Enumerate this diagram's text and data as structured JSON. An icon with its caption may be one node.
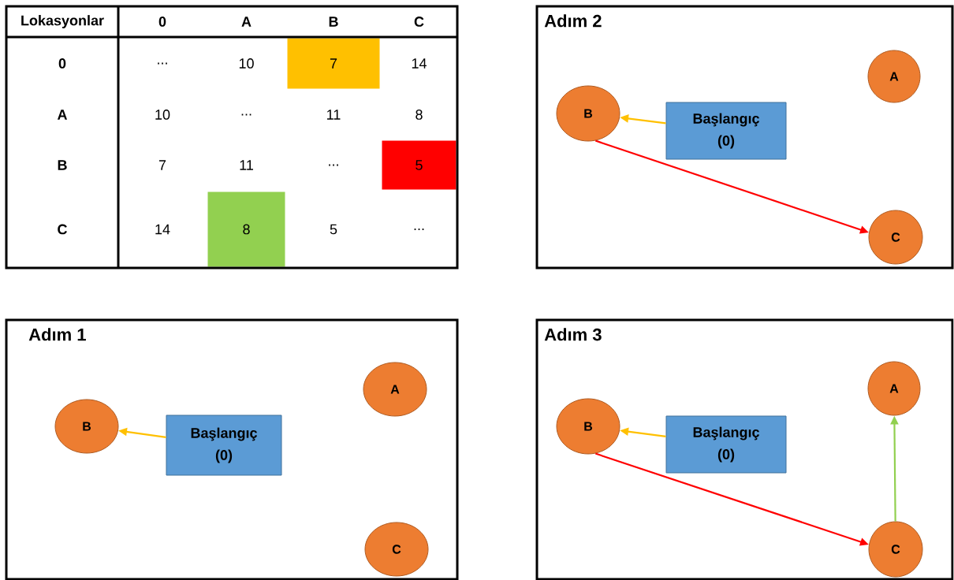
{
  "diagram": {
    "nodes": [
      {
        "text": [
          "Adım 2"
        ]
      },
      {
        "text": [
          "A"
        ],
        "in": 0
      },
      {
        "text": [
          "B"
        ],
        "in": 0
      },
      {
        "text": [
          "Başlangıç (0)"
        ],
        "in": 0
      },
      {
        "text": [
          "C"
        ],
        "in": 0
      },
      {
        "text": [
          "Adım 1"
        ]
      },
      {
        "text": [
          "A"
        ],
        "in": 5
      },
      {
        "text": [
          "B"
        ],
        "in": 5
      },
      {
        "text": [
          "Başlangıç (0)"
        ],
        "in": 5
      },
      {
        "text": [
          "C"
        ],
        "in": 5
      },
      {
        "text": [
          "Adım 3"
        ]
      },
      {
        "text": [
          "A"
        ],
        "in": 10
      },
      {
        "text": [
          "B"
        ],
        "in": 10
      },
      {
        "text": [
          "Başlangıç (0)"
        ],
        "in": 10
      },
      {
        "text": [
          "C"
        ],
        "in": 10
      }
    ],
    "edges": [
      {
        "from": 3,
        "to": 2,
        "arrow": "to",
        "color": "#ffc000"
      },
      {
        "from": 2,
        "to": 4,
        "arrow": "to",
        "color": "#ff0000"
      },
      {
        "from": 8,
        "to": 7,
        "arrow": "to",
        "color": "#ffc000"
      },
      {
        "from": 13,
        "to": 12,
        "arrow": "to",
        "color": "#ffc000"
      },
      {
        "from": 12,
        "to": 14,
        "arrow": "to",
        "color": "#ff0000"
      },
      {
        "from": 14,
        "to": 11,
        "arrow": "to",
        "color": "#92d050"
      }
    ],
    "labels": [
      "Lokasyonlar",
      "0",
      "A",
      "B",
      "C",
      "0",
      "...",
      "10",
      "7",
      "14",
      "A",
      "10",
      "...",
      "11",
      "8",
      "B",
      "7",
      "11",
      "...",
      "5",
      "C",
      "14",
      "8",
      "5",
      "..."
    ]
  }
}
